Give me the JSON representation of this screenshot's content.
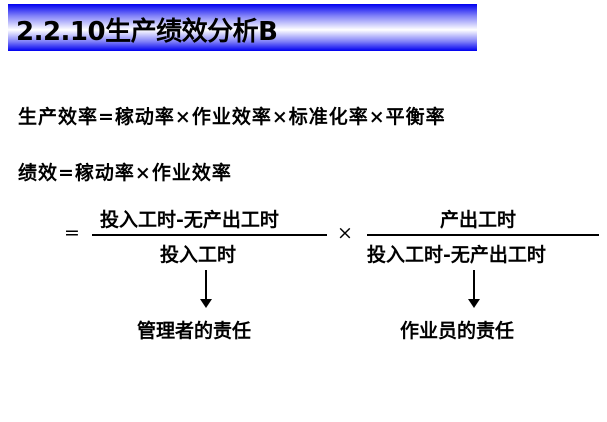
{
  "title": "2.2.10生产绩效分析B",
  "formula1": "生产效率=稼动率×作业效率×标准化率×平衡率",
  "formula2": "绩效=稼动率×作业效率",
  "equals": "=",
  "times": "×",
  "fraction1": {
    "numerator": "投入工时-无产出工时",
    "denominator": "投入工时",
    "responsibility": "管理者的责任"
  },
  "fraction2": {
    "numerator": "产出工时",
    "denominator": "投入工时-无产出工时",
    "responsibility": "作业员的责任"
  }
}
